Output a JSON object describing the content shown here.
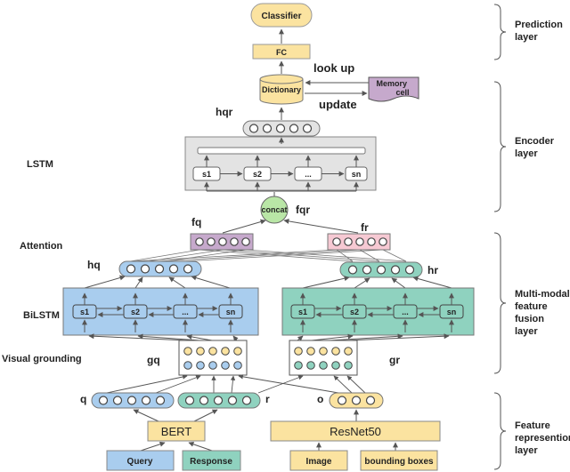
{
  "layers": {
    "prediction": [
      "Prediction",
      "layer"
    ],
    "encoder": [
      "Encoder",
      "layer"
    ],
    "fusion": [
      "Multi-modal",
      "feature",
      "fusion",
      "layer"
    ],
    "representation": [
      "Feature",
      "represention",
      "layer"
    ]
  },
  "side_labels": {
    "lstm": "LSTM",
    "attention": "Attention",
    "bilstm": "BiLSTM",
    "visual_grounding": "Visual grounding"
  },
  "top": {
    "classifier": "Classifier",
    "fc": "FC",
    "dictionary": "Dictionary",
    "memory_cell": [
      "Memory",
      "cell"
    ],
    "look_up": "look up",
    "update": "update",
    "hqr": "hqr"
  },
  "encoder_cells": [
    "s1",
    "s2",
    "...",
    "sn"
  ],
  "fusion": {
    "concat": "concat",
    "fqr": "fqr",
    "fq": "fq",
    "fr": "fr",
    "hq": "hq",
    "hr": "hr",
    "gq": "gq",
    "gr": "gr"
  },
  "bilstm_cells": [
    "s1",
    "s2",
    "...",
    "sn"
  ],
  "inputs": {
    "q": "q",
    "r": "r",
    "o": "o",
    "bert": "BERT",
    "resnet": "ResNet50",
    "query": "Query",
    "response": "Response",
    "image": "Image",
    "bounding_boxes": "bounding boxes"
  },
  "colors": {
    "yellow": "#fbe3a0",
    "blue": "#a9cdee",
    "teal": "#8fd2bf",
    "purple": "#c6a9cc",
    "pink": "#f6c9d3",
    "gray": "#e3e3e3",
    "green": "#b9e6a6"
  }
}
